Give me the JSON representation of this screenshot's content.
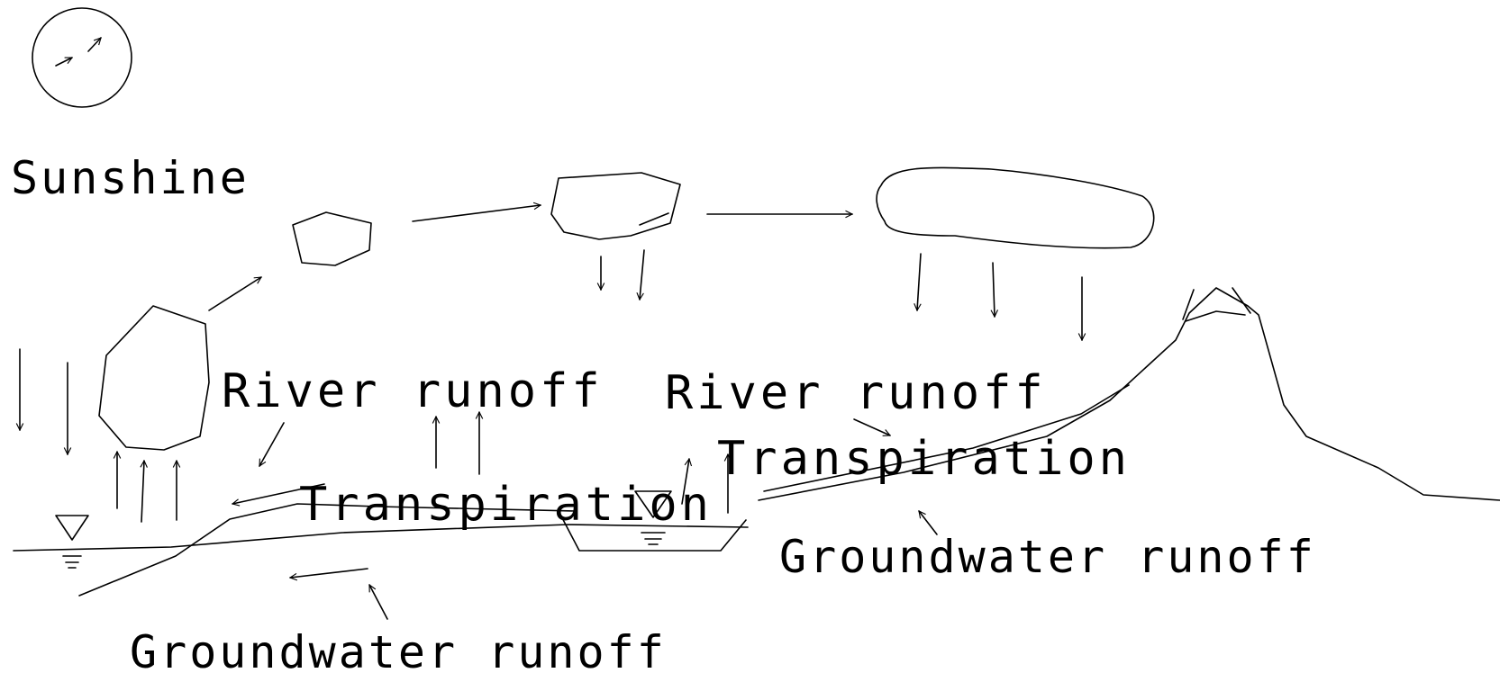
{
  "diagram": {
    "labels": {
      "sunshine": "Sunshine",
      "river_runoff_left": "River runoff",
      "river_runoff_right": "River runoff",
      "transpiration_left": "Transpiration",
      "transpiration_right": "Transpiration",
      "groundwater_runoff_right": "Groundwater runoff",
      "groundwater_runoff_bottom": "Groundwater runoff"
    },
    "icons": [
      "sun-icon",
      "cloud-icon",
      "rain-arrow-icon",
      "evaporation-arrow-icon",
      "water-table-icon",
      "mountain-icon"
    ],
    "colors": {
      "ink": "#000000",
      "background": "#ffffff"
    }
  }
}
